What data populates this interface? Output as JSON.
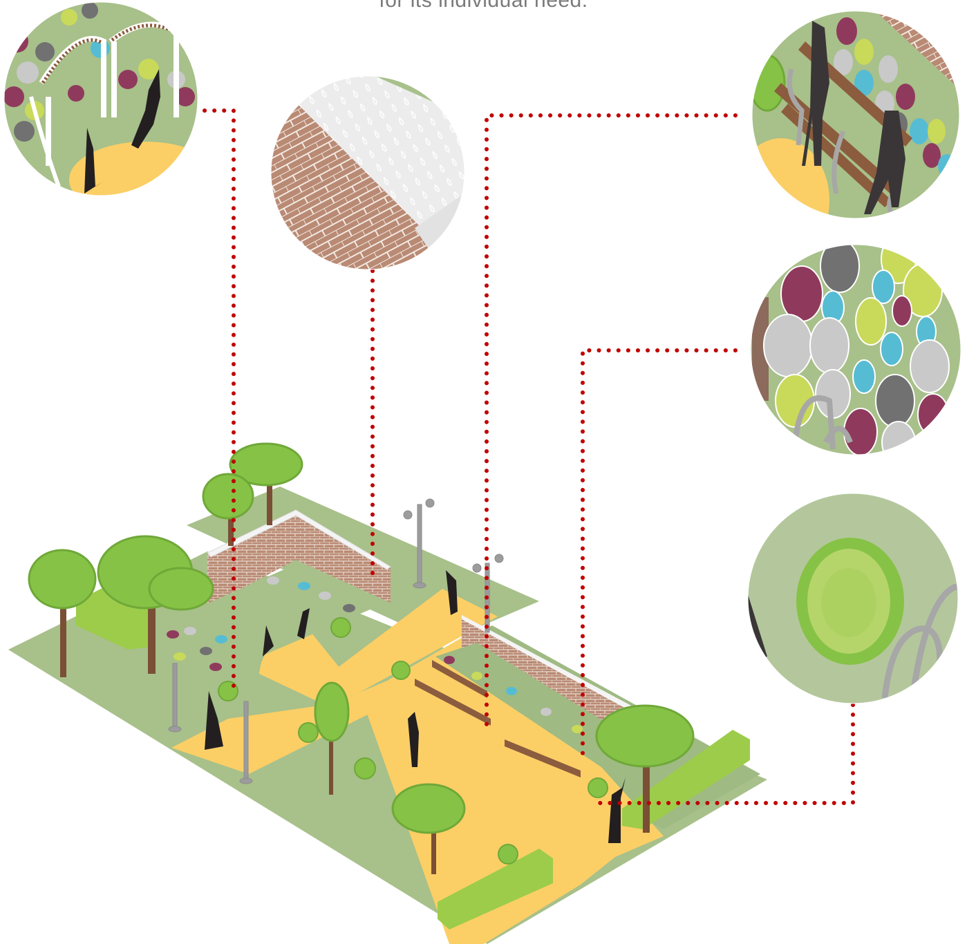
{
  "caption": "for its individual need.",
  "colors": {
    "grass": "#a8c08a",
    "path": "#fbcf66",
    "brick": "#b98a74",
    "tree": "#86c246",
    "leader": "#c00000",
    "magenta": "#8f3a5c",
    "gray": "#717171",
    "lightgray": "#c9c9c9",
    "lime": "#c9d95a",
    "cyan": "#56bcd4"
  },
  "callouts": [
    {
      "name": "arch-pergola-detail",
      "subject": "arch-pergola"
    },
    {
      "name": "brick-wall-detail",
      "subject": "brick-wall"
    },
    {
      "name": "benches-detail",
      "subject": "benches"
    },
    {
      "name": "pebble-pavement-detail",
      "subject": "pebble-pavement"
    },
    {
      "name": "shrub-detail",
      "subject": "shrub"
    }
  ]
}
